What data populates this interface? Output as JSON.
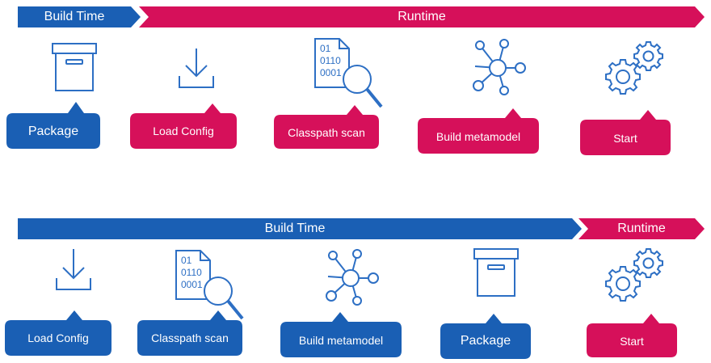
{
  "colors": {
    "blue": "#1a5fb4",
    "red": "#d6105a",
    "icon": "#2d6fc4"
  },
  "rows": [
    {
      "bars": [
        {
          "label": "Build Time",
          "phase": "build"
        },
        {
          "label": "Runtime",
          "phase": "runtime"
        }
      ],
      "steps": [
        {
          "label": "Package",
          "phase": "build",
          "icon": "package-box-icon"
        },
        {
          "label": "Load Config",
          "phase": "runtime",
          "icon": "download-icon"
        },
        {
          "label": "Classpath scan",
          "phase": "runtime",
          "icon": "binary-file-search-icon"
        },
        {
          "label": "Build metamodel",
          "phase": "runtime",
          "icon": "network-graph-icon"
        },
        {
          "label": "Start",
          "phase": "runtime",
          "icon": "gears-icon"
        }
      ]
    },
    {
      "bars": [
        {
          "label": "Build Time",
          "phase": "build"
        },
        {
          "label": "Runtime",
          "phase": "runtime"
        }
      ],
      "steps": [
        {
          "label": "Load Config",
          "phase": "build",
          "icon": "download-icon"
        },
        {
          "label": "Classpath scan",
          "phase": "build",
          "icon": "binary-file-search-icon"
        },
        {
          "label": "Build metamodel",
          "phase": "build",
          "icon": "network-graph-icon"
        },
        {
          "label": "Package",
          "phase": "build",
          "icon": "package-box-icon"
        },
        {
          "label": "Start",
          "phase": "runtime",
          "icon": "gears-icon"
        }
      ]
    }
  ],
  "file_text": [
    "01",
    "0110",
    "0001"
  ]
}
